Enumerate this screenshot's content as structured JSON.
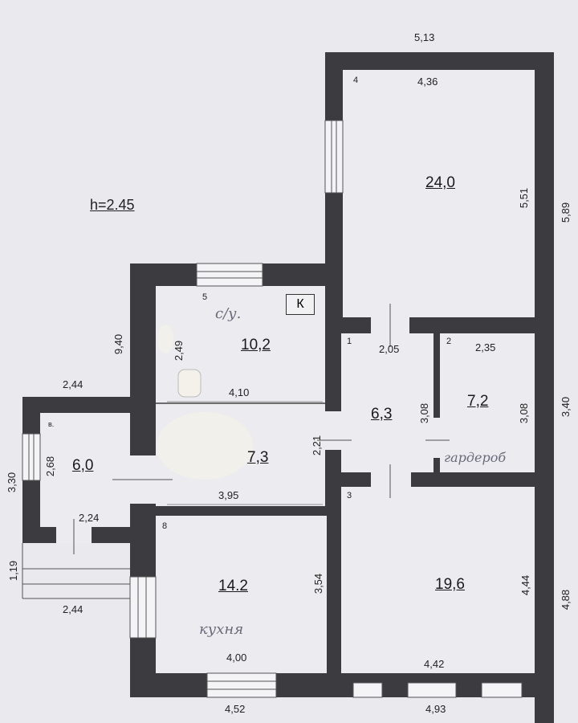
{
  "plan": {
    "height_label": "h=2.45",
    "rooms": [
      {
        "num": "4",
        "area": "24,0",
        "dims": [
          "4,36",
          "5,51"
        ]
      },
      {
        "num": "5",
        "area": "10,2",
        "dims": [
          "4,10",
          "2,49"
        ],
        "note": "с/у.",
        "badge": "К"
      },
      {
        "num": "1",
        "area": "6,3",
        "dims": [
          "2,05",
          "3,08"
        ]
      },
      {
        "num": "2",
        "area": "7,2",
        "dims": [
          "2,35",
          "3,08"
        ],
        "note": "гардероб"
      },
      {
        "num": "",
        "area": "7,3",
        "dims": [
          "3,95",
          "2,21"
        ]
      },
      {
        "num": "в.",
        "area": "6,0",
        "dims": [
          "2,24",
          "2,68"
        ]
      },
      {
        "num": "8",
        "area": "14.2",
        "dims": [
          "4,00",
          "3,54"
        ],
        "note": "кухня"
      },
      {
        "num": "3",
        "area": "19,6",
        "dims": [
          "4,42",
          "4,44"
        ]
      }
    ],
    "outer_dims": {
      "top": "5,13",
      "right_top": "5,89",
      "right_mid": "3,40",
      "right_bottom": "4,88",
      "left_main": "9,40",
      "annex_top": "2,44",
      "annex_left": "3,30",
      "porch_left": "1,19",
      "porch_bottom": "2,44",
      "bottom_left": "4,52",
      "bottom_right": "4,93"
    }
  }
}
